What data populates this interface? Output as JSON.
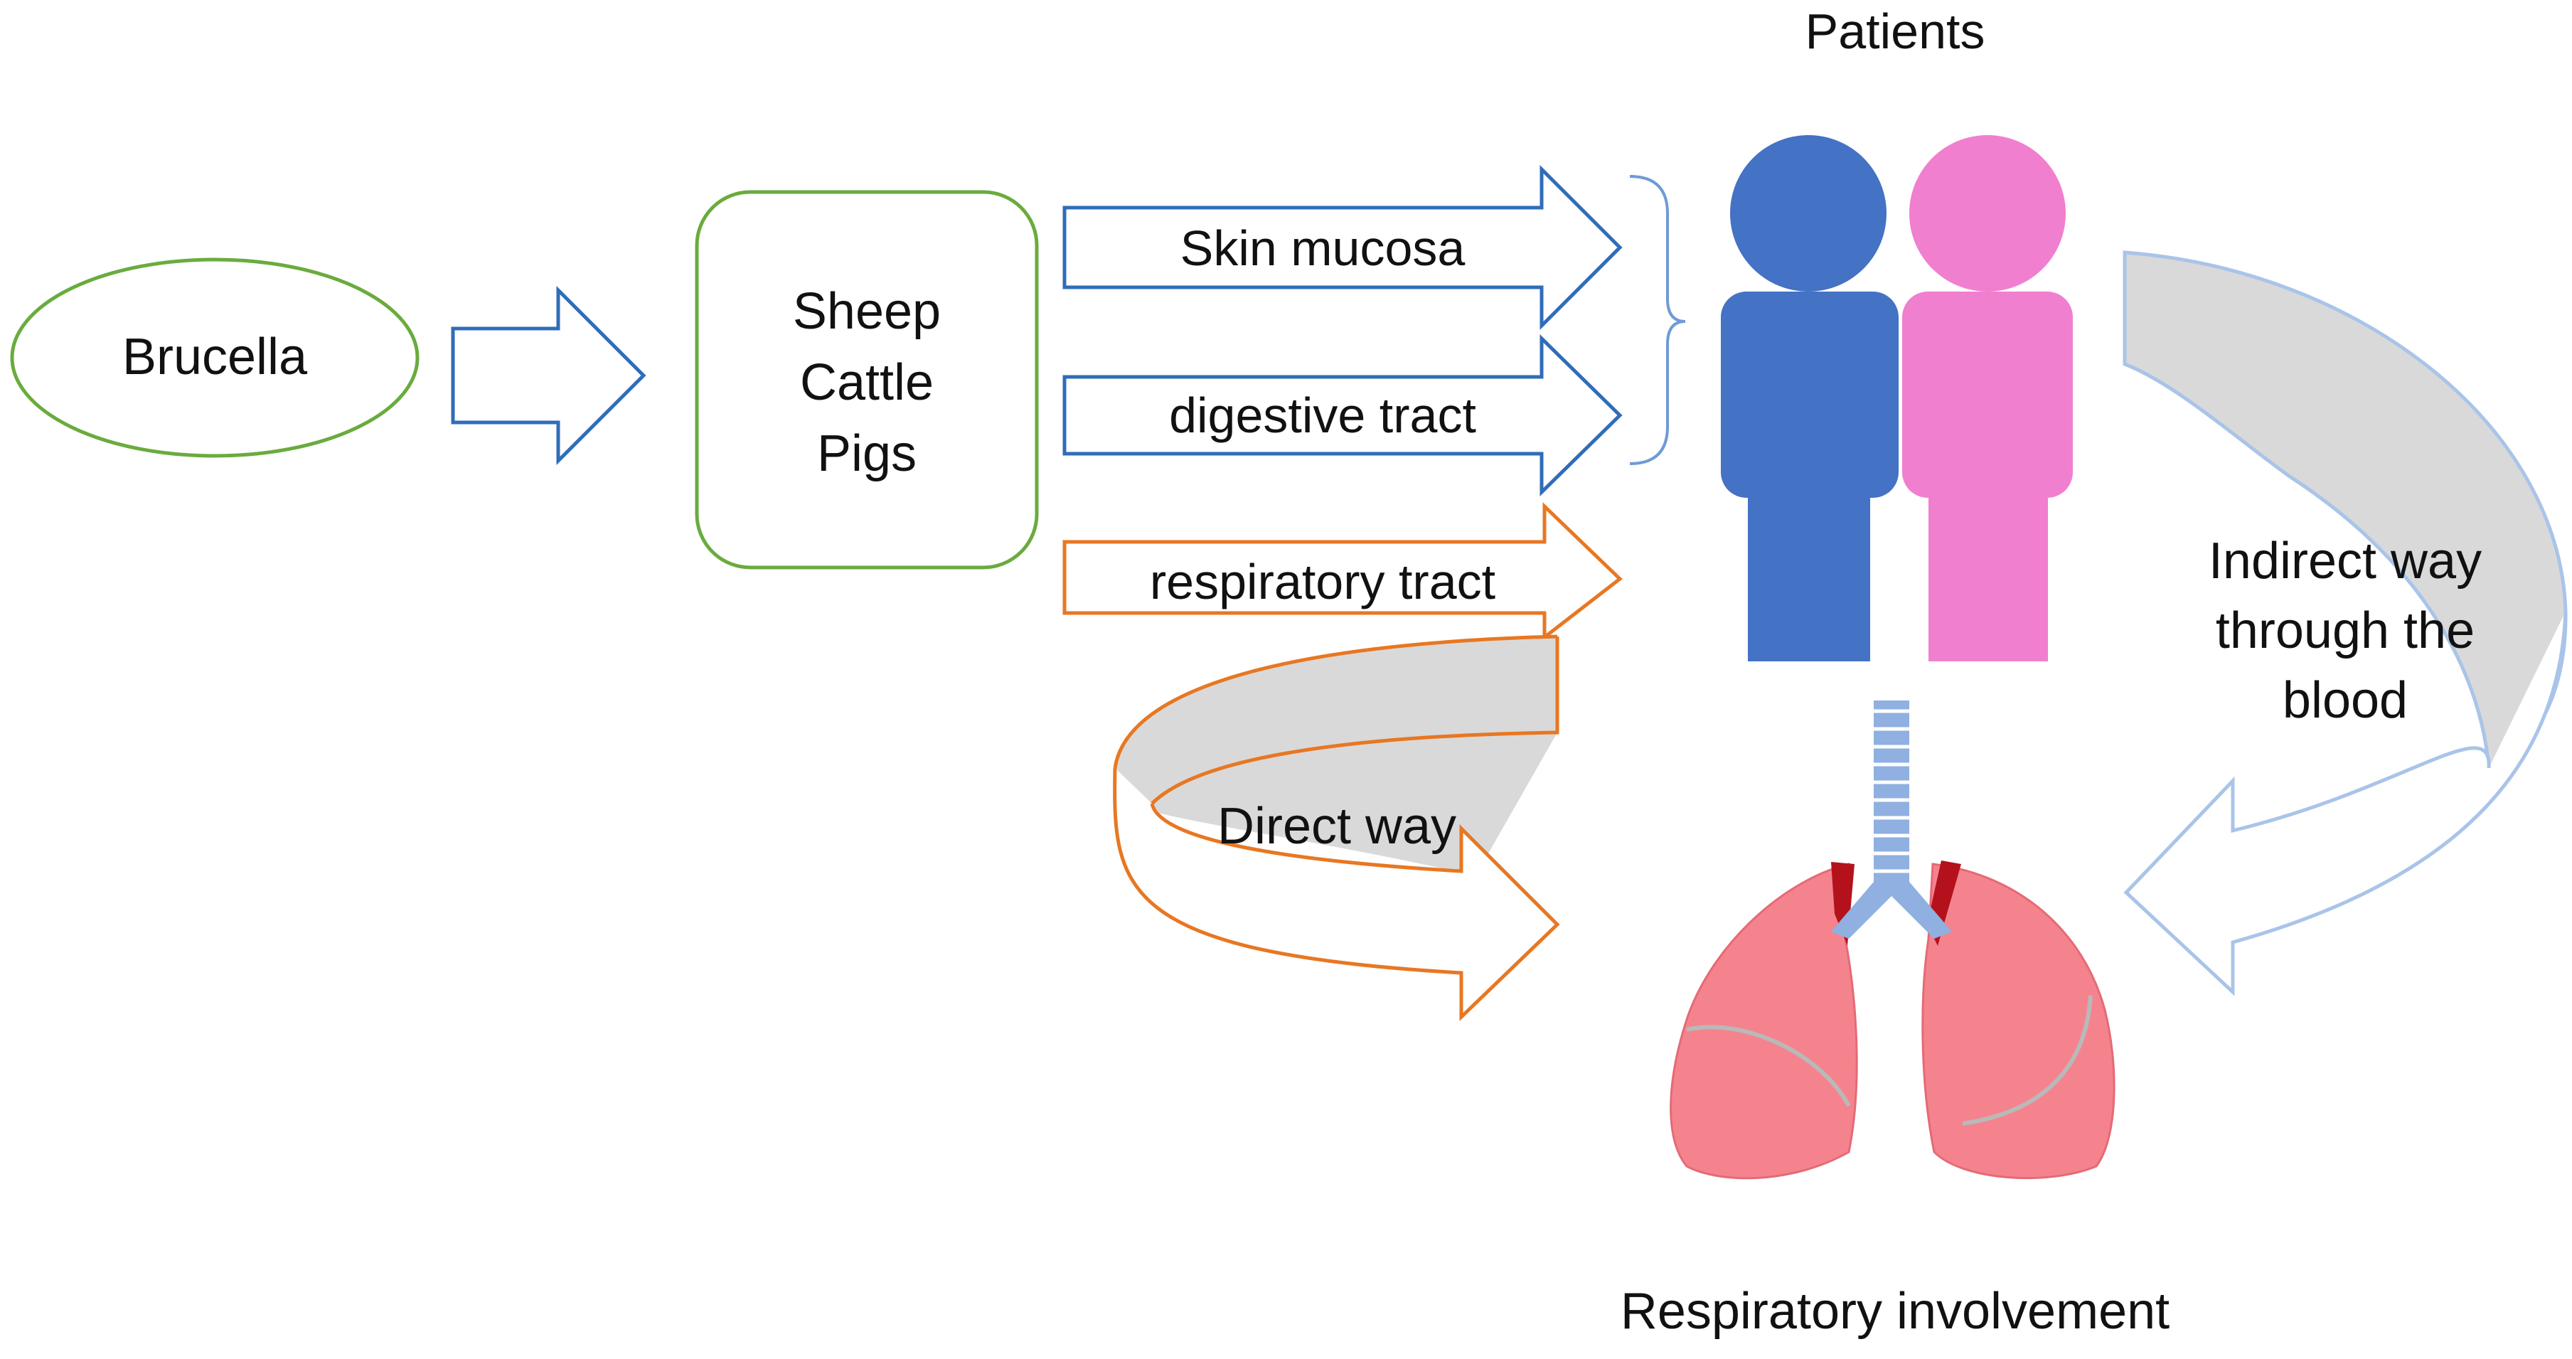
{
  "title": "Patients",
  "footer_label": "Respiratory involvement",
  "source_node": {
    "label": "Brucella"
  },
  "hosts_node": {
    "lines": [
      "Sheep",
      "Cattle",
      "Pigs"
    ]
  },
  "routes": [
    {
      "label": "Skin mucosa",
      "color": "#2f6db8"
    },
    {
      "label": "digestive tract",
      "color": "#2f6db8"
    },
    {
      "label": "respiratory tract",
      "color": "#e87722"
    }
  ],
  "pathways": {
    "direct": {
      "label": "Direct way",
      "color": "#e87722"
    },
    "indirect": {
      "lines": [
        "Indirect way",
        "through the",
        "blood"
      ],
      "color": "#a9c4e8"
    }
  },
  "colors": {
    "green_outline": "#6aab3e",
    "blue_arrow": "#2f6db8",
    "orange_arrow": "#e87722",
    "male_figure": "#4472c4",
    "female_figure": "#f07fcf",
    "lungs": "#f5838d",
    "lung_dark": "#b3121c",
    "trachea": "#8fb0e0",
    "curve_fill": "#d9d9d9"
  }
}
